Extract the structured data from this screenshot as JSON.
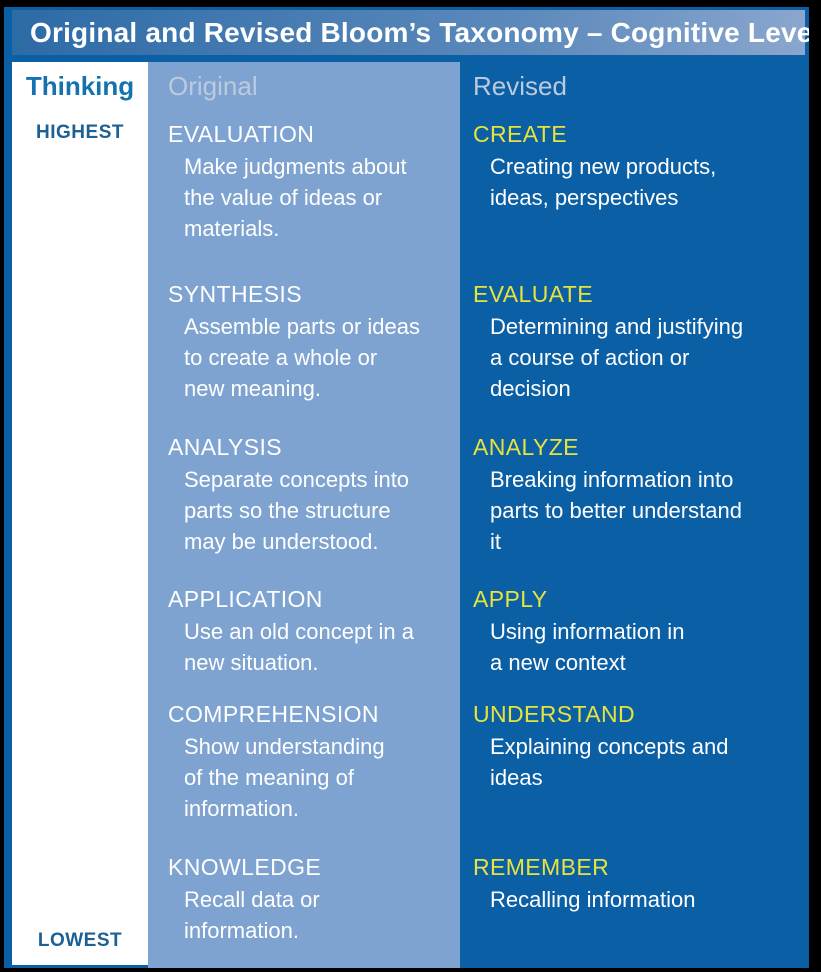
{
  "title": "Original and Revised Bloom’s Taxonomy – Cognitive Levels",
  "thinking": {
    "header": "Thinking",
    "highest": "HIGHEST",
    "lowest": "LOWEST"
  },
  "original": {
    "header": "Original",
    "levels": [
      {
        "name": "EVALUATION",
        "lines": [
          "Make judgments about",
          "the value of ideas or",
          "materials."
        ]
      },
      {
        "name": "SYNTHESIS",
        "lines": [
          "Assemble parts or ideas",
          "to create a whole or",
          "new meaning."
        ]
      },
      {
        "name": "ANALYSIS",
        "lines": [
          "Separate concepts into",
          "parts so the structure",
          "may be understood."
        ]
      },
      {
        "name": "APPLICATION",
        "lines": [
          "Use an old concept in a",
          "new situation."
        ]
      },
      {
        "name": "COMPREHENSION",
        "lines": [
          "Show understanding",
          "of the meaning of",
          "information."
        ]
      },
      {
        "name": "KNOWLEDGE",
        "lines": [
          "Recall data or",
          "information."
        ]
      }
    ]
  },
  "revised": {
    "header": "Revised",
    "levels": [
      {
        "name": "CREATE",
        "lines": [
          "Creating new products,",
          "ideas, perspectives"
        ]
      },
      {
        "name": "EVALUATE",
        "lines": [
          "Determining and justifying",
          "a course of action or",
          "decision"
        ]
      },
      {
        "name": "ANALYZE",
        "lines": [
          "Breaking information into",
          "parts to better understand",
          "it"
        ]
      },
      {
        "name": "APPLY",
        "lines": [
          "Using information in",
          "a new context"
        ]
      },
      {
        "name": "UNDERSTAND",
        "lines": [
          "Explaining concepts and",
          "ideas"
        ]
      },
      {
        "name": "REMEMBER",
        "lines": [
          "Recalling information"
        ]
      }
    ]
  },
  "colors": {
    "page_background": "#0b5fa5",
    "title_bar_left": "#2d6ba6",
    "title_bar_right": "#8aa6ce",
    "thinking_column_bg": "#ffffff",
    "original_column_bg": "#7ea3d0",
    "revised_level_name": "#e7e33d",
    "column_header_text": "#bccadf",
    "thinking_text": "#1472ae",
    "highest_lowest_text": "#1d6093",
    "body_text": "#ffffff",
    "outer_border": "#000000"
  }
}
